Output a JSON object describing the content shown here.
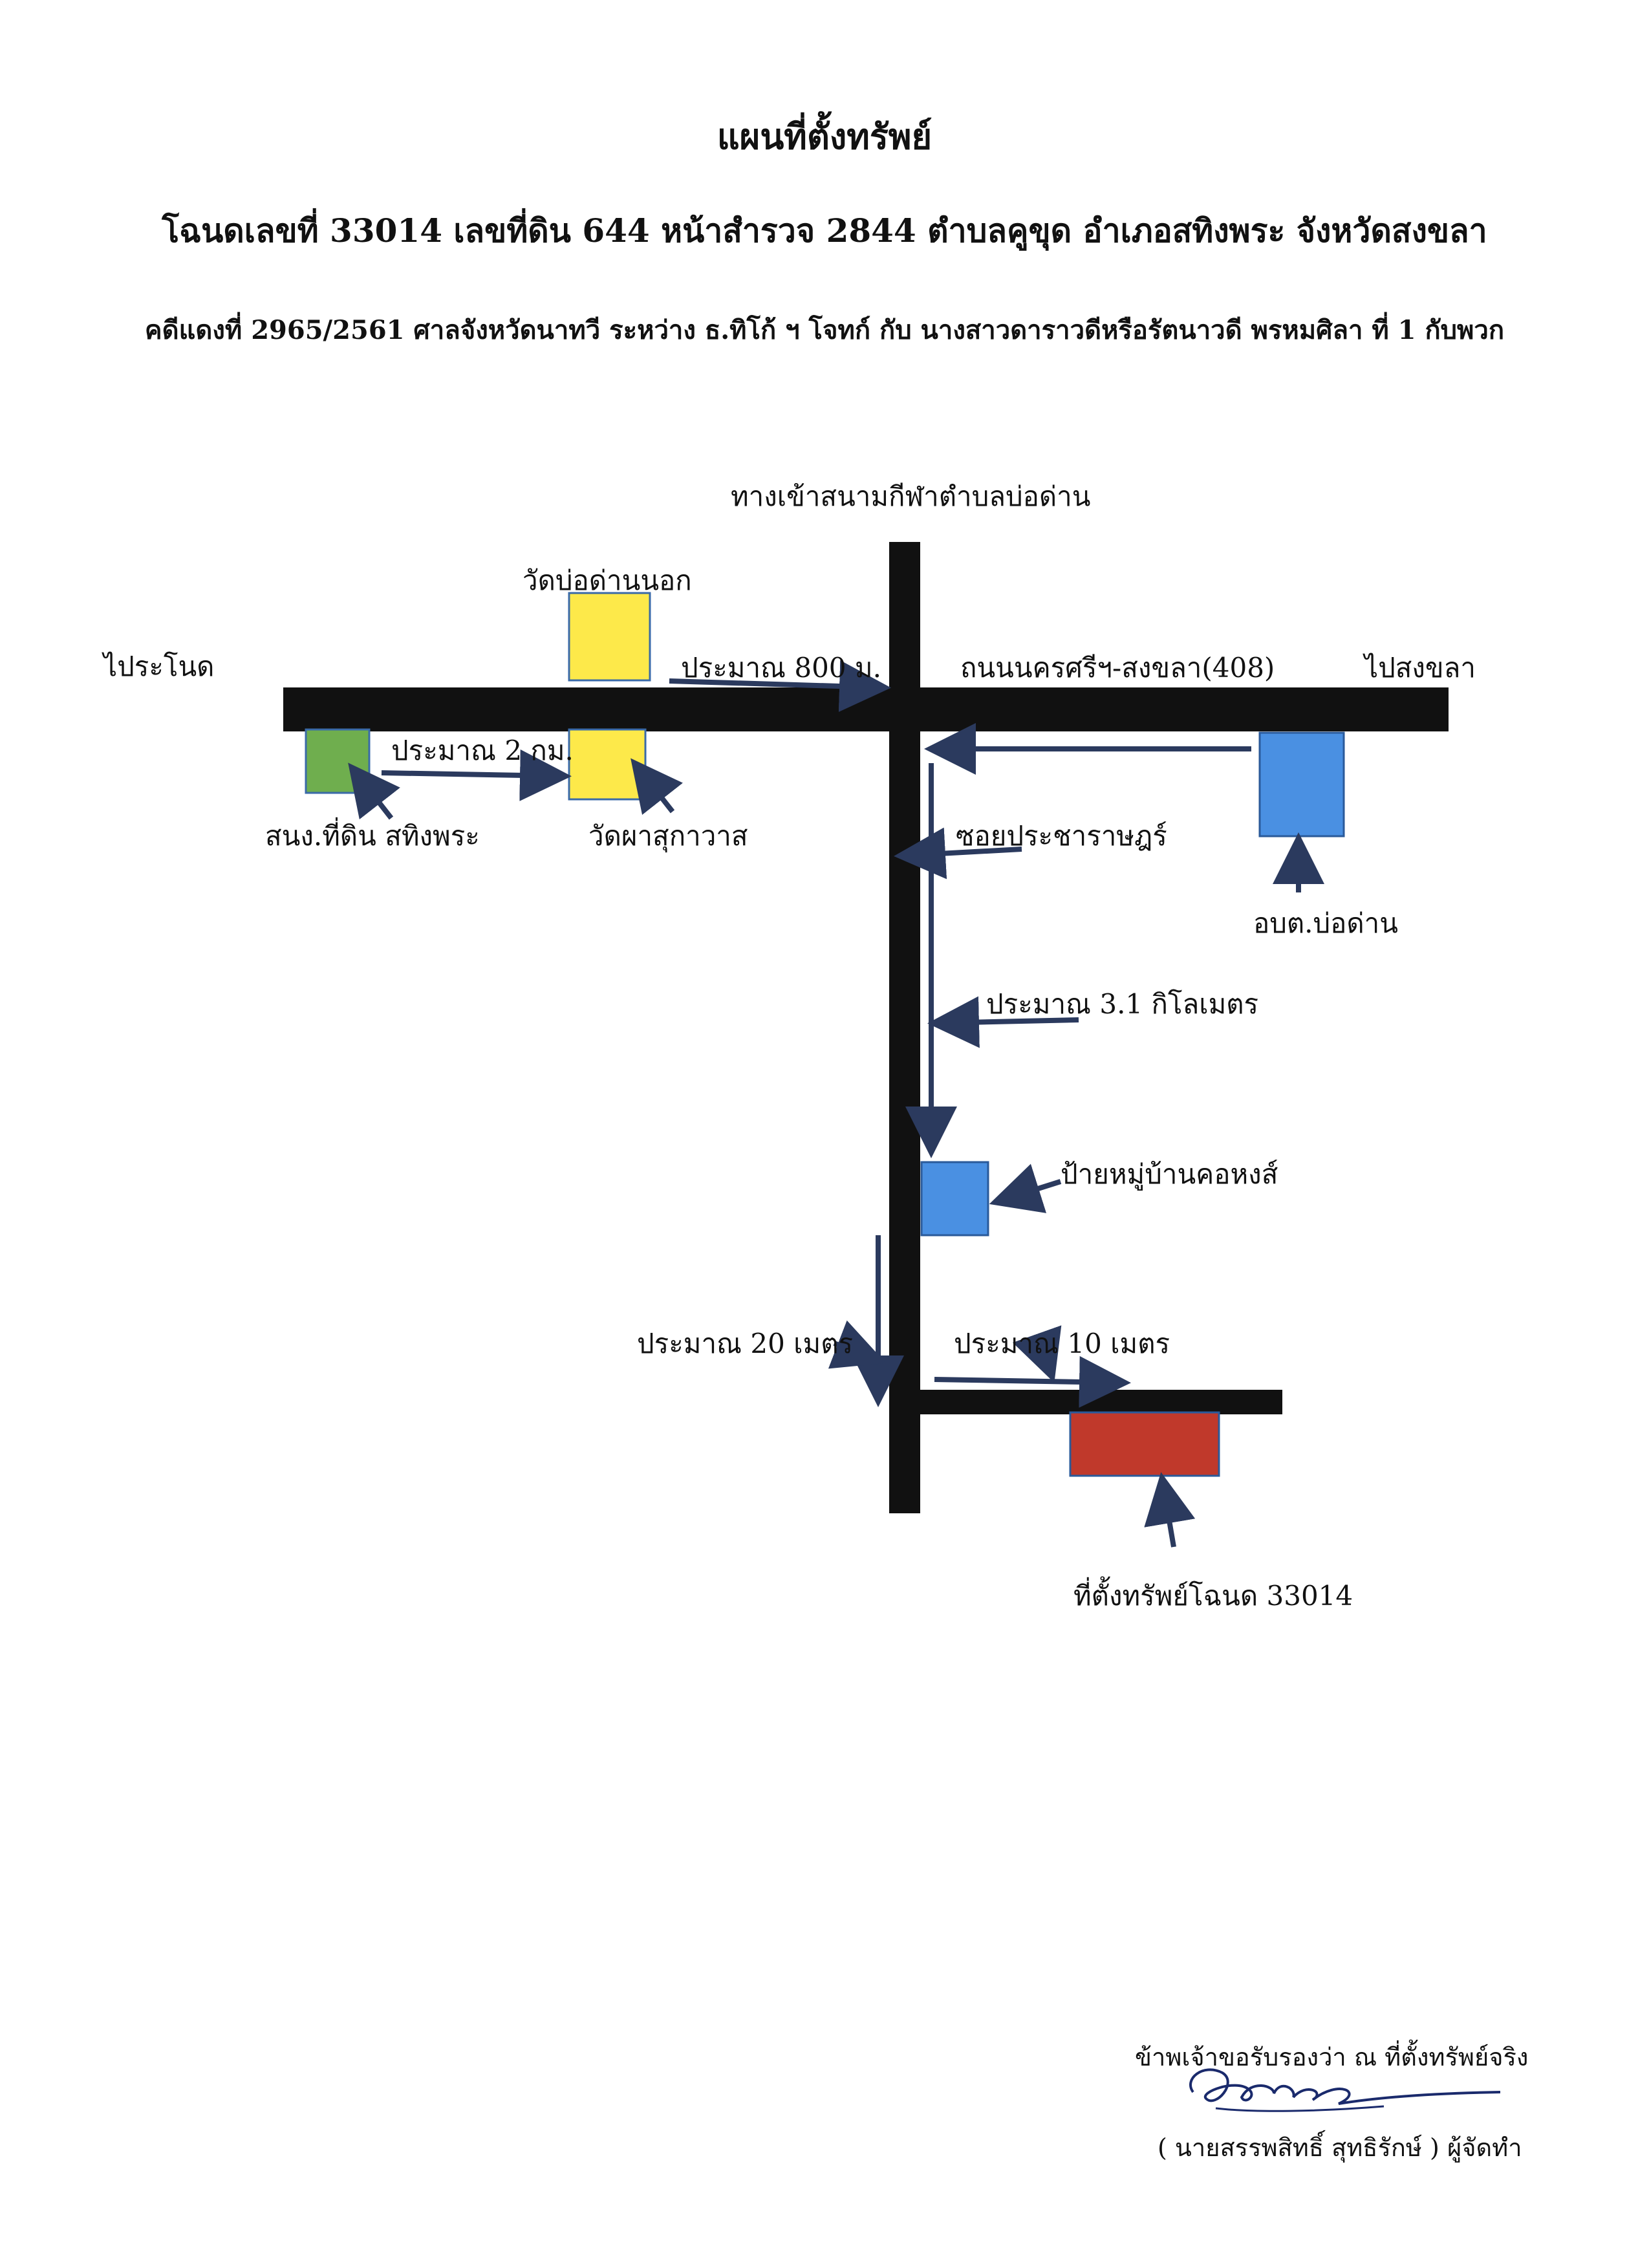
{
  "header": {
    "title": "แผนที่ตั้งทรัพย์",
    "deed_line": "โฉนดเลขที่ 33014 เลขที่ดิน 644 หน้าสำรวจ 2844 ตำบลคูขุด อำเภอสทิงพระ จังหวัดสงขลา",
    "case_line": "คดีแดงที่ 2965/2561 ศาลจังหวัดนาทวี ระหว่าง ธ.ทิโก้ ฯ โจทก์ กับ นางสาวดาราวดีหรือรัตนาวดี  พรหมศิลา ที่ 1 กับพวก"
  },
  "map": {
    "labels": {
      "north_road": "ทางเข้าสนามกีฬาตำบลบ่อด่าน",
      "wat_bo_dan_nok": "วัดบ่อด่านนอก",
      "to_ranot": "ไประโนด",
      "approx_800m": "ประมาณ 800 ม.",
      "main_road": "ถนนนครศรีฯ-สงขลา(408)",
      "to_songkhla": "ไปสงขลา",
      "approx_2km": "ประมาณ 2 กม.",
      "land_office": "สนง.ที่ดิน สทิงพระ",
      "wat_pha_suk": "วัดผาสุกาวาส",
      "soi": "ซอยประชาราษฎร์",
      "obt": "อบต.บ่อด่าน",
      "approx_3_1km": "ประมาณ 3.1 กิโลเมตร",
      "village_sign": "ป้ายหมู่บ้านคอหงส์",
      "approx_20m": "ประมาณ 20 เมตร",
      "approx_10m": "ประมาณ 10 เมตร",
      "property": "ที่ตั้งทรัพย์โฉนด 33014"
    },
    "colors": {
      "road": "#111111",
      "arrow": "#2b3a5e",
      "temple": "#fde94a",
      "land_office": "#6fae4e",
      "blue_marker": "#4a90e2",
      "property": "#c0392b"
    }
  },
  "certification": {
    "statement": "ข้าพเจ้าขอรับรองว่า ณ ที่ตั้งทรัพย์จริง",
    "signer": "( นายสรรพสิทธิ์  สุทธิรักษ์ ) ผู้จัดทำ"
  }
}
